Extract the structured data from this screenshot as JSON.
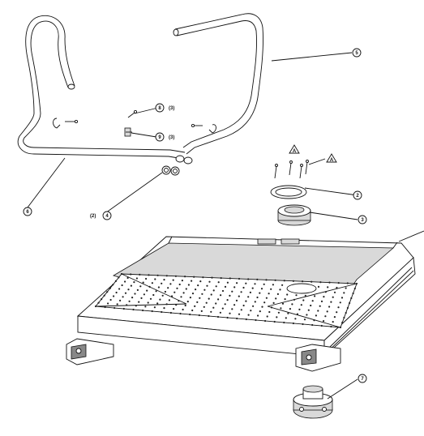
{
  "callouts": {
    "c2": "2",
    "c3": "3",
    "c4": "4",
    "c5": "5",
    "c6": "6",
    "c7": "7",
    "c8": "8",
    "c9": "9",
    "c10": "A"
  },
  "quantities": {
    "q8": "(3)",
    "q9": "(3)",
    "q4": "(2)"
  },
  "warning_marker": "A",
  "colors": {
    "line": "#111111",
    "shade": "#d9d9d9",
    "dot": "#222222"
  }
}
